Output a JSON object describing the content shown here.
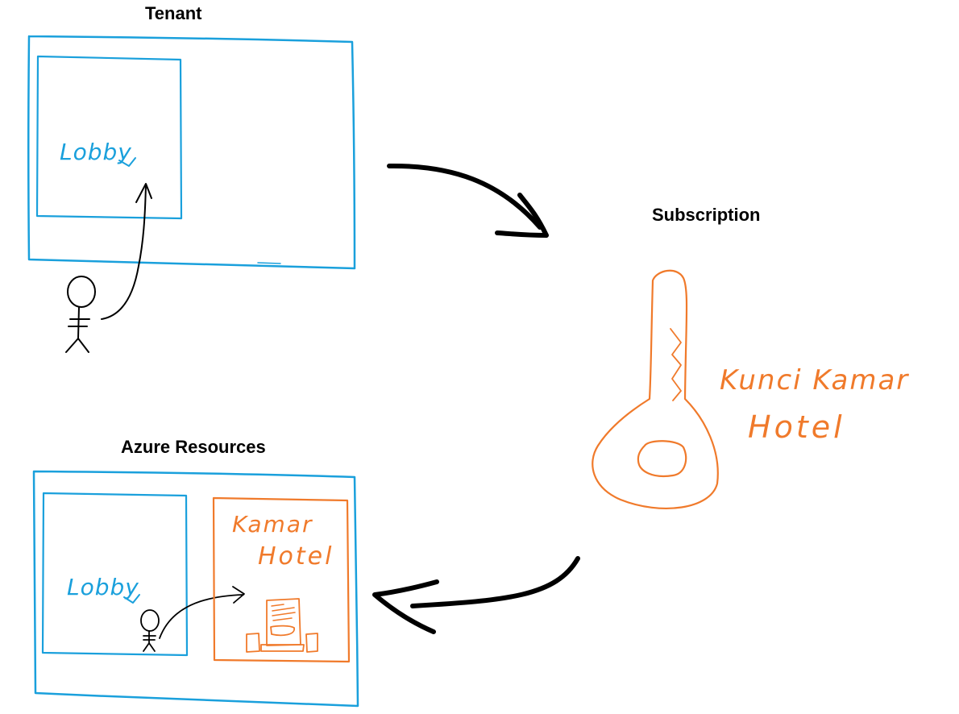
{
  "titles": {
    "tenant": "Tenant",
    "subscription": "Subscription",
    "azure_resources": "Azure Resources"
  },
  "labels": {
    "lobby_top": "Lobby",
    "lobby_bottom": "Lobby",
    "key_line1": "Kunci Kamar",
    "key_line2": "Hotel",
    "room_line1": "Kamar",
    "room_line2": "Hotel"
  },
  "colors": {
    "blue": "#1aa0dc",
    "orange": "#f07a2b",
    "black": "#000000"
  }
}
